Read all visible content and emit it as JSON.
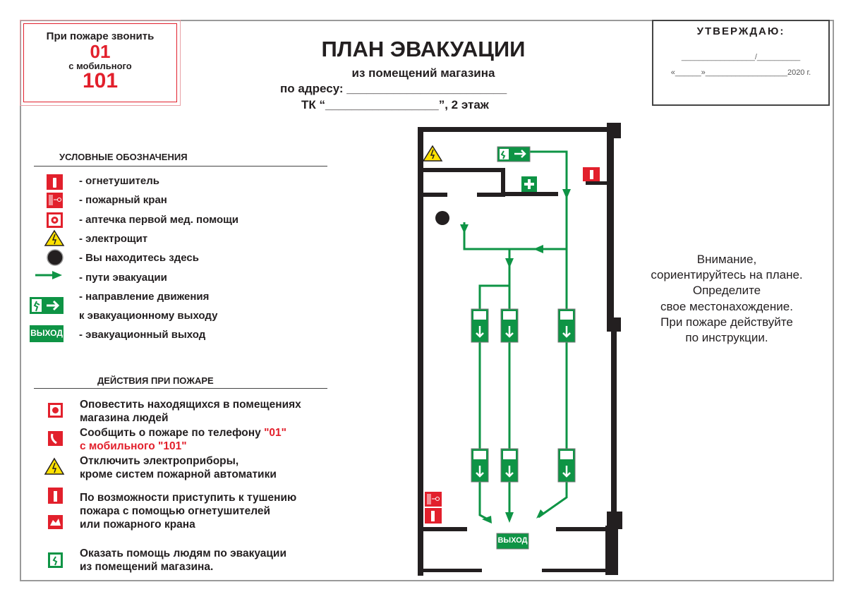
{
  "phone_box": {
    "line1": "При пожаре звонить",
    "num1": "01",
    "line2": "с мобильного",
    "num2": "101"
  },
  "header": {
    "title": "ПЛАН ЭВАКУАЦИИ",
    "subtitle": "из помещений магазина",
    "address": "по адресу: ________________________",
    "tk": "ТК “_________________”, 2 этаж"
  },
  "approve": {
    "title": "УТВЕРЖДАЮ:",
    "sign_line": "_________________/__________",
    "date_line": "«______»___________________2020 г."
  },
  "legend": {
    "title": "УСЛОВНЫЕ ОБОЗНАЧЕНИЯ",
    "items": [
      "- огнетушитель",
      "- пожарный кран",
      "- аптечка первой мед. помощи",
      "- электрощит",
      "- Вы находитесь здесь",
      "- пути эвакуации",
      "- направление движения",
      "к эвакуационному выходу",
      "- эвакуационный выход"
    ],
    "exit_sign": "ВЫХОД"
  },
  "actions": {
    "title": "ДЕЙСТВИЯ ПРИ ПОЖАРЕ",
    "items": [
      {
        "l1": "Оповестить находящихся в помещениях",
        "l2": "магазина людей"
      },
      {
        "l1": "Сообщить о пожаре по телефону ",
        "l1_red": "\"01\"",
        "l2": "с мобильного \"101\""
      },
      {
        "l1": "Отключить электроприборы,",
        "l2": "кроме систем пожарной автоматики"
      },
      {
        "l1": "По возможности приступить к тушению",
        "l2": "пожара с помощью огнетушителей",
        "l3": "или пожарного крана"
      },
      {
        "l1": "Оказать помощь людям по эвакуации",
        "l2": "из помещений магазина."
      }
    ]
  },
  "note": [
    "Внимание,",
    "сориентируйтесь на плане.",
    "Определите",
    "свое местонахождение.",
    "При пожаре действуйте",
    "по инструкции."
  ],
  "plan": {
    "exit_label": "ВЫХОД"
  },
  "colors": {
    "green": "#0e9445",
    "red": "#e2202c",
    "wall": "#231f20",
    "yellow": "#ffe100"
  }
}
